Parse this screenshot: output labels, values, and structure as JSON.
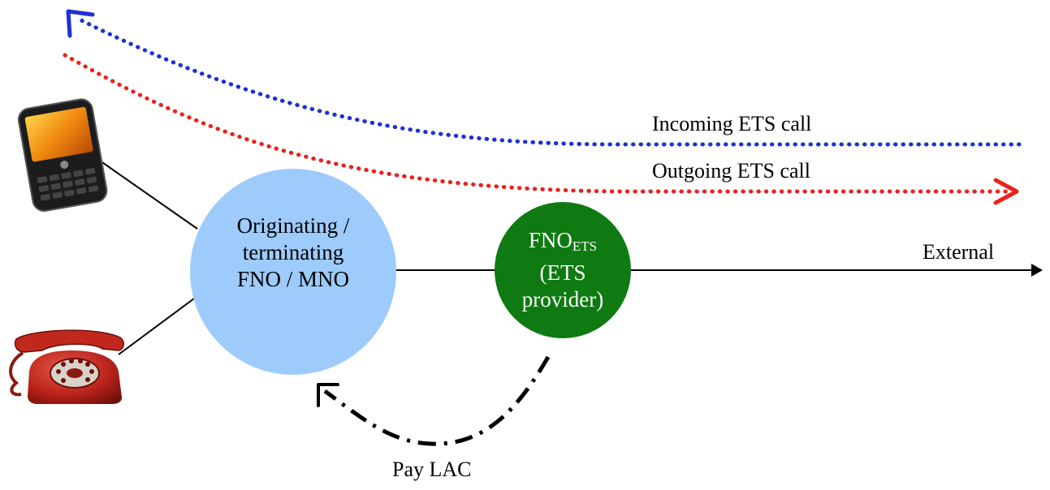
{
  "labels": {
    "incoming": "Incoming ETS call",
    "outgoing": "Outgoing ETS call",
    "external": "External",
    "pay": "Pay LAC"
  },
  "nodes": {
    "originating": {
      "lines": [
        "Originating /",
        "terminating",
        "FNO / MNO"
      ]
    },
    "provider": {
      "name_main": "FNO",
      "name_sub": "ETS",
      "lines": [
        "(ETS",
        "provider)"
      ]
    }
  },
  "colors": {
    "incoming": "#1f2fd6",
    "outgoing": "#e8231e",
    "originating_fill": "#9dcbfb",
    "provider_fill": "#0f7a12",
    "provider_text": "#ffffff",
    "line": "#000000"
  },
  "icons": [
    "mobile-phone-icon",
    "rotary-telephone-icon"
  ]
}
